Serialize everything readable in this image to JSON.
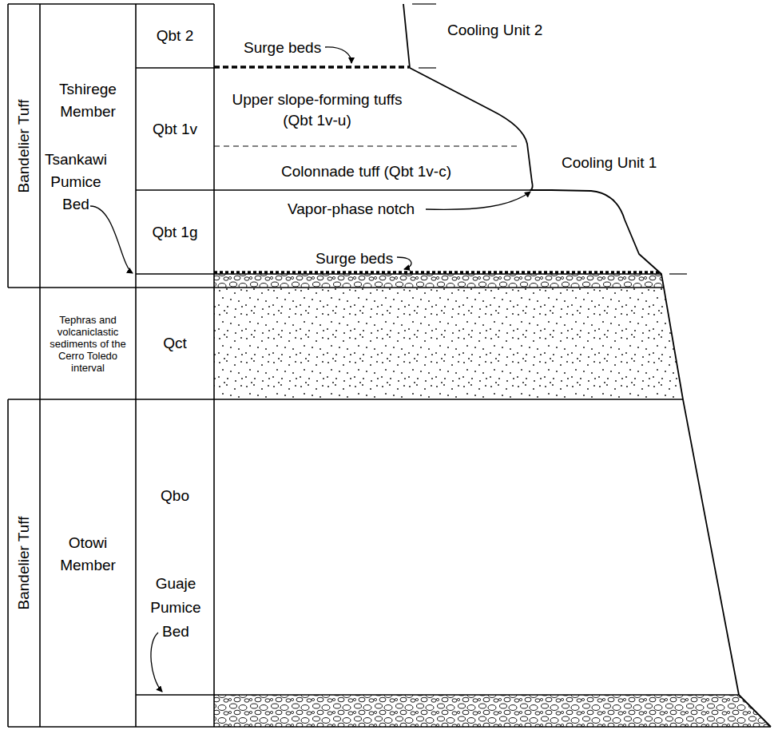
{
  "diagram": {
    "nodes": [
      {
        "text": [
          "Bandelier Tuff"
        ]
      },
      {
        "text": [
          "Tshirege Member"
        ]
      },
      {
        "text": [
          "Qbt 2"
        ]
      },
      {
        "text": [
          "Qbt 1v"
        ]
      },
      {
        "text": [
          "Qbt 1g"
        ]
      },
      {
        "text": [
          "Tephras and volcaniclastic sediments of the Cerro Toledo interval"
        ]
      },
      {
        "text": [
          "Qct"
        ]
      },
      {
        "text": [
          "Bandelier Tuff"
        ]
      },
      {
        "text": [
          "Otowi Member"
        ]
      },
      {
        "text": [
          "Qbo"
        ]
      }
    ],
    "labels": [
      "Surge beds",
      "Cooling Unit 2",
      "Upper slope-forming tuffs (Qbt 1v-u)",
      "Colonnade tuff (Qbt 1v-c)",
      "Cooling Unit 1",
      "Vapor-phase notch",
      "Surge beds",
      "Tsankawi Pumice Bed",
      "Guaje Pumice Bed"
    ]
  }
}
